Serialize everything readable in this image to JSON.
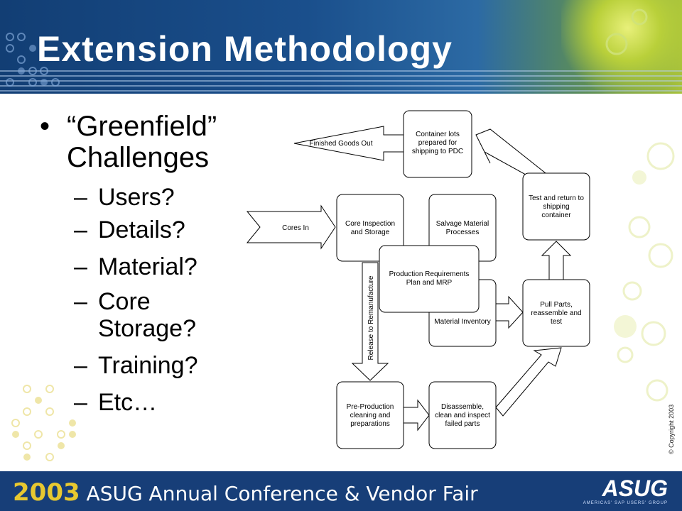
{
  "slide": {
    "title": "Extension Methodology",
    "bullet": {
      "marker": "•",
      "text": "“Greenfield” Challenges"
    },
    "subitems": [
      {
        "dash": "–",
        "text": "Users?"
      },
      {
        "dash": "–",
        "text": "Details?"
      },
      {
        "dash": "–",
        "text": "Material?"
      },
      {
        "dash": "–",
        "text": "Core Storage?"
      },
      {
        "dash": "–",
        "text": "Training?"
      },
      {
        "dash": "–",
        "text": "Etc…"
      }
    ],
    "footer": {
      "year": "2003",
      "event": " ASUG Annual Conference & Vendor Fair"
    },
    "logo": {
      "name": "ASUG",
      "tagline": "AMERICAS' SAP USERS' GROUP"
    },
    "copyright": "© Copyright 2003"
  },
  "diagram": {
    "nodes": {
      "container_lots": [
        "Container lots",
        "prepared for",
        "shipping to PDC"
      ],
      "finished_goods": "Finished Goods Out",
      "cores_in": "Cores In",
      "core_inspection": [
        "Core Inspection",
        "and Storage"
      ],
      "salvage": [
        "Salvage Material",
        "Processes"
      ],
      "production_req": [
        "Production Requirements",
        "Plan and MRP"
      ],
      "material_inventory": "Material Inventory",
      "test_return": [
        "Test and return to",
        "shipping",
        "container"
      ],
      "pull_parts": [
        "Pull Parts,",
        "reassemble and",
        "test"
      ],
      "pre_production": [
        "Pre-Production",
        "cleaning and",
        "preparations"
      ],
      "disassemble": [
        "Disassemble,",
        "clean and inspect",
        "failed parts"
      ],
      "release": "Release to Remanufacture"
    }
  }
}
